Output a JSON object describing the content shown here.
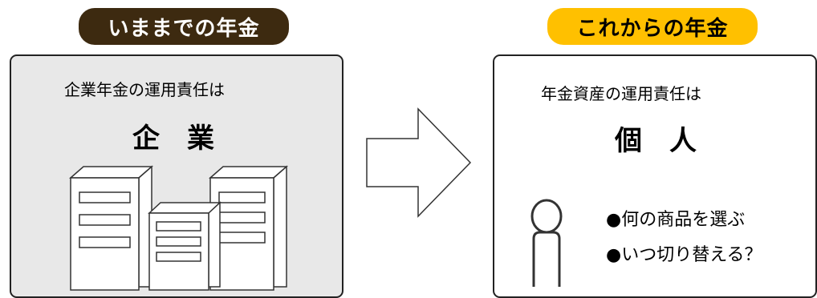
{
  "before": {
    "badge": "いままでの年金",
    "caption": "企業年金の運用責任は",
    "responsible": "企　業"
  },
  "after": {
    "badge": "これからの年金",
    "caption": "年金資産の運用責任は",
    "responsible": "個　人",
    "bullets": [
      "●何の商品を選ぶ",
      "●いつ切り替える？"
    ]
  },
  "colors": {
    "badge_before": "#3d2a10",
    "badge_after": "#ffc000",
    "panel_before": "#e8e8e8"
  },
  "icons": {
    "transition": "arrow-right-icon",
    "company": "building-icon",
    "individual": "person-icon"
  }
}
